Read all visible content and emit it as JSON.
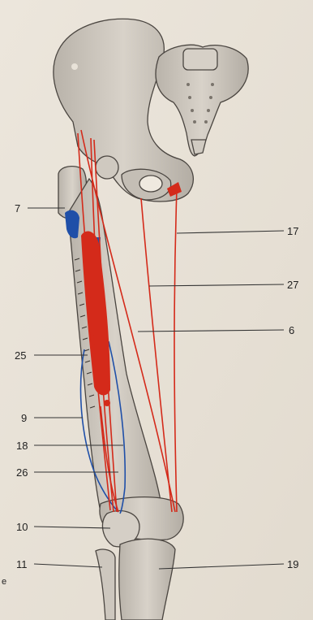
{
  "labels": {
    "l7": "7",
    "l17": "17",
    "l27": "27",
    "l6": "6",
    "l25": "25",
    "l9": "9",
    "l18": "18",
    "l26": "26",
    "l10": "10",
    "l11": "11",
    "l19": "19",
    "edge": "e"
  },
  "colors": {
    "paper": "#e9e3d8",
    "bone_fill": "#cfc9c0",
    "bone_shade": "#a9a39a",
    "bone_line": "#4a4540",
    "muscle_red": "#d42a1a",
    "muscle_blue": "#1f4fa8",
    "leader_line": "#333333"
  }
}
